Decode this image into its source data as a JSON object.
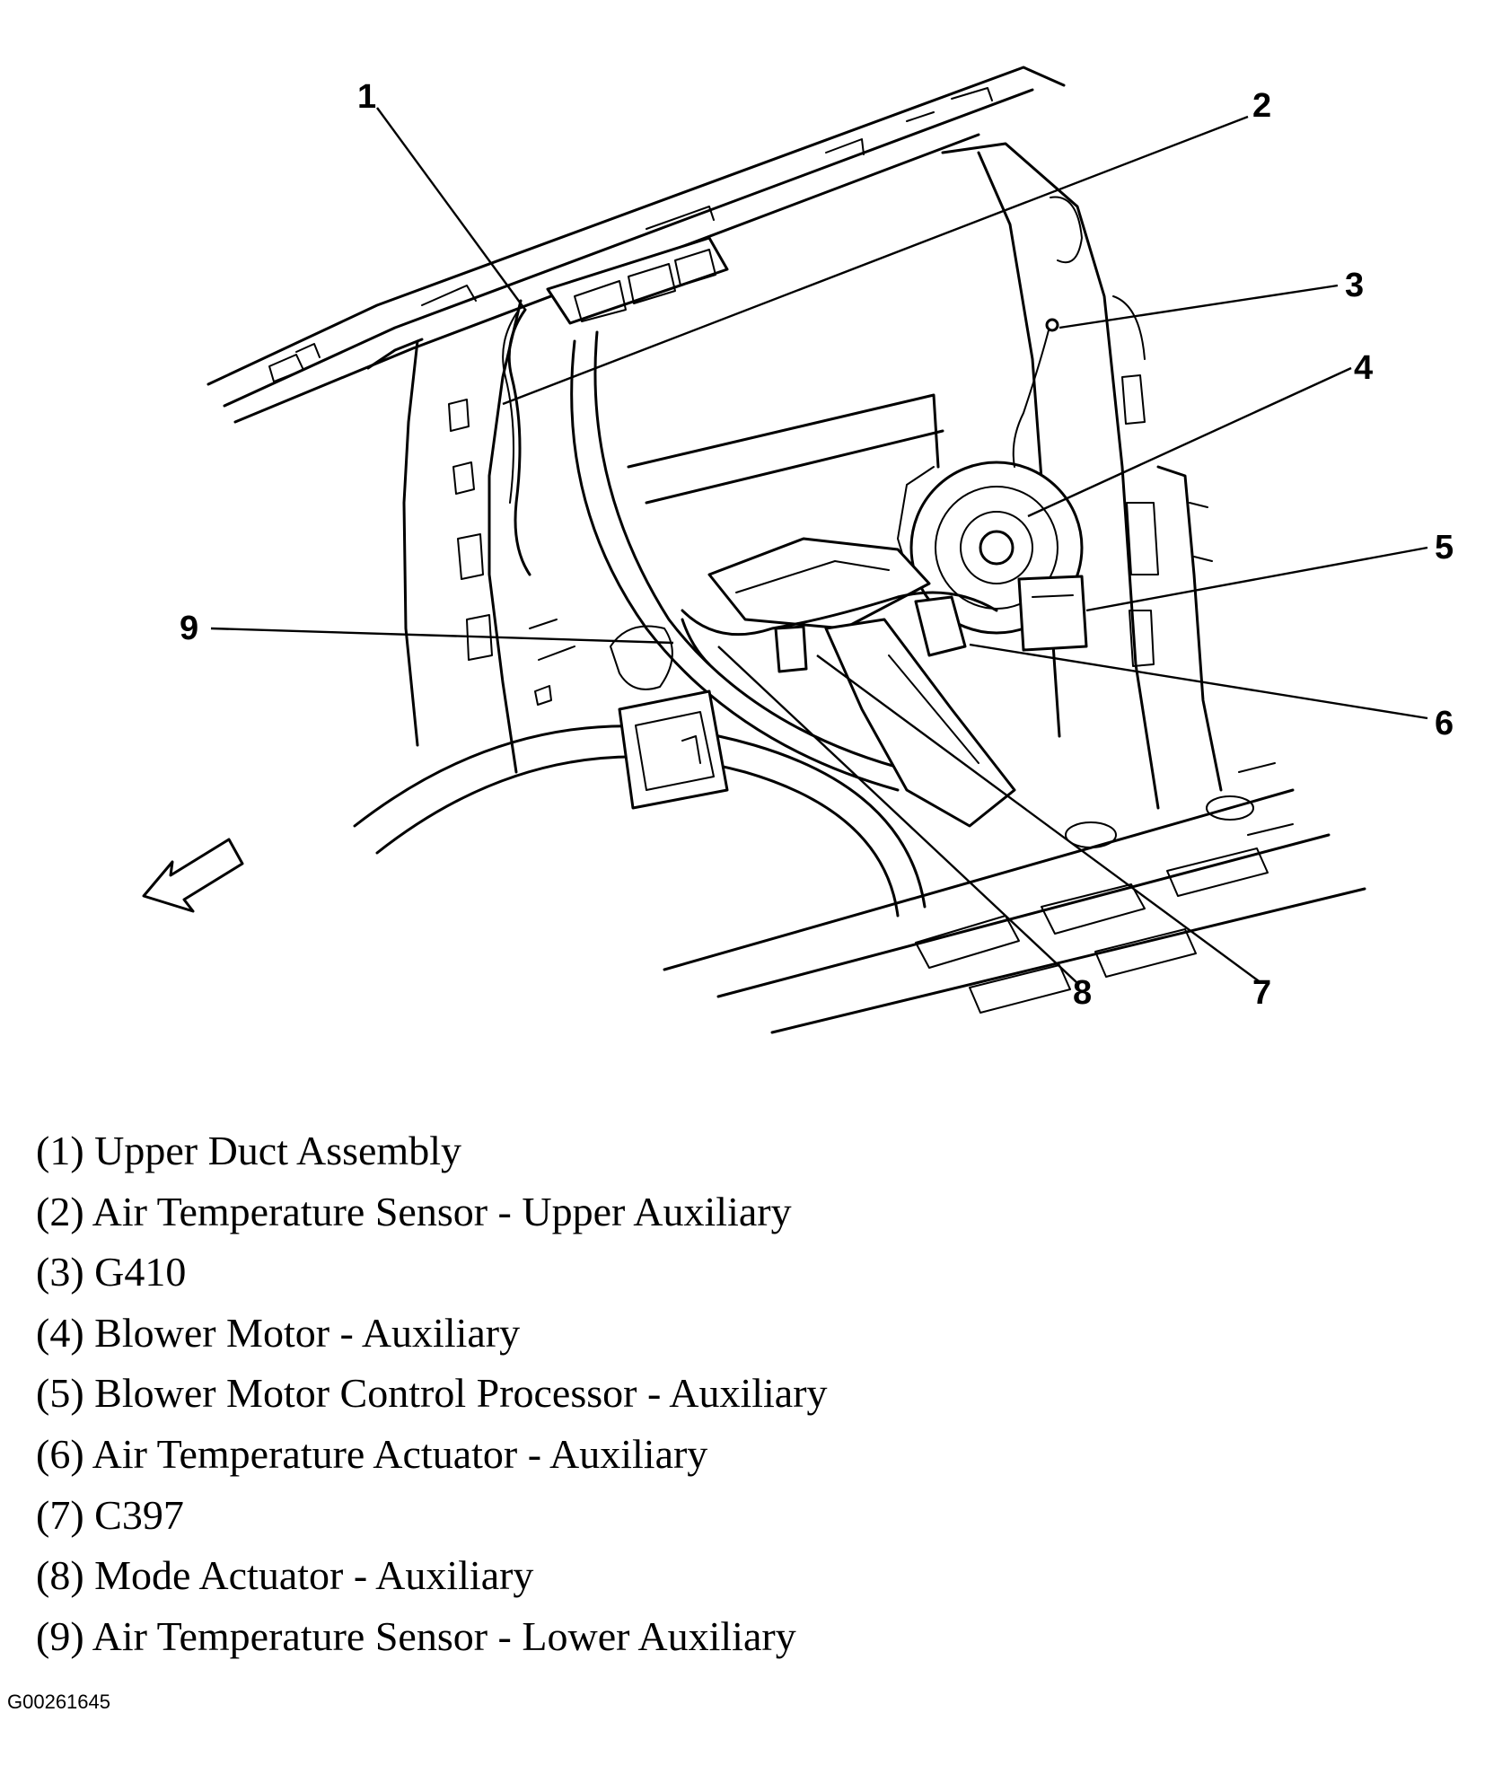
{
  "callouts": [
    "1",
    "2",
    "3",
    "4",
    "5",
    "6",
    "7",
    "8",
    "9"
  ],
  "legend": [
    "(1) Upper Duct Assembly",
    "(2) Air Temperature Sensor - Upper Auxiliary",
    "(3) G410",
    "(4) Blower Motor - Auxiliary",
    "(5) Blower Motor Control Processor - Auxiliary",
    "(6) Air Temperature Actuator - Auxiliary",
    "(7) C397",
    "(8) Mode Actuator - Auxiliary",
    "(9) Air Temperature Sensor - Lower Auxiliary"
  ],
  "figure_id": "G00261645"
}
